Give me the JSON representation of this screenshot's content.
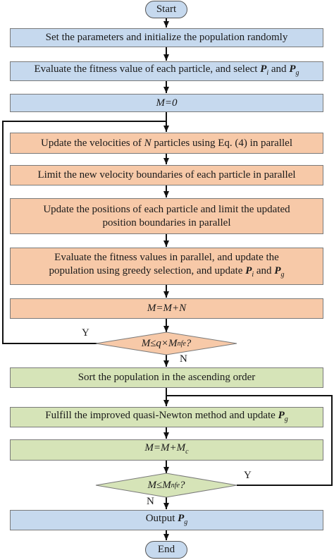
{
  "start_label": "Start",
  "end_label": "End",
  "steps": {
    "init": "Set the parameters and initialize the population randomly",
    "evaluate_pre": "Evaluate the fitness value of each particle, and select",
    "evaluate_pi": "P",
    "evaluate_pi_sub": "i",
    "and_word": "and",
    "evaluate_pg": "P",
    "evaluate_pg_sub": "g",
    "m_zero": "M=0",
    "update_vel_pre": "Update the velocities of",
    "update_vel_n": "N",
    "update_vel_post": "particles using Eq. (4) in parallel",
    "limit_vel": "Limit the new velocity boundaries of each particle in parallel",
    "update_pos_line1": "Update the positions of each particle and limit the updated",
    "update_pos_line2": "position boundaries in parallel",
    "eval_par_line1": "Evaluate the fitness values in parallel, and update the",
    "eval_par_line2_pre": "population using greedy selection, and update",
    "eval_par_pi": "P",
    "eval_par_pi_sub": "i",
    "eval_par_and": "and",
    "eval_par_pg": "P",
    "eval_par_pg_sub": "g",
    "m_plus_n": "M=M+N",
    "sort": "Sort the population in the ascending order",
    "qn_pre": "Fulfill the improved quasi-Newton method and update",
    "qn_pg": "P",
    "qn_pg_sub": "g",
    "m_plus_mc": "M=M+M",
    "m_plus_mc_sub": "c",
    "output_pre": "Output",
    "output_pg": "P",
    "output_pg_sub": "g"
  },
  "decisions": {
    "d1_main": "M≤q×M",
    "d1_sub": "nfe",
    "d1_q": "?",
    "d2_main": "M≤M",
    "d2_sub": "nfe",
    "d2_q": "?"
  },
  "branches": {
    "d1_yes": "Y",
    "d1_no": "N",
    "d2_yes": "Y",
    "d2_no": "N"
  },
  "colors": {
    "init_phase": "#c6d9ee",
    "pso_phase": "#f7c9a8",
    "quasi_newton_phase": "#d6e4b8"
  }
}
